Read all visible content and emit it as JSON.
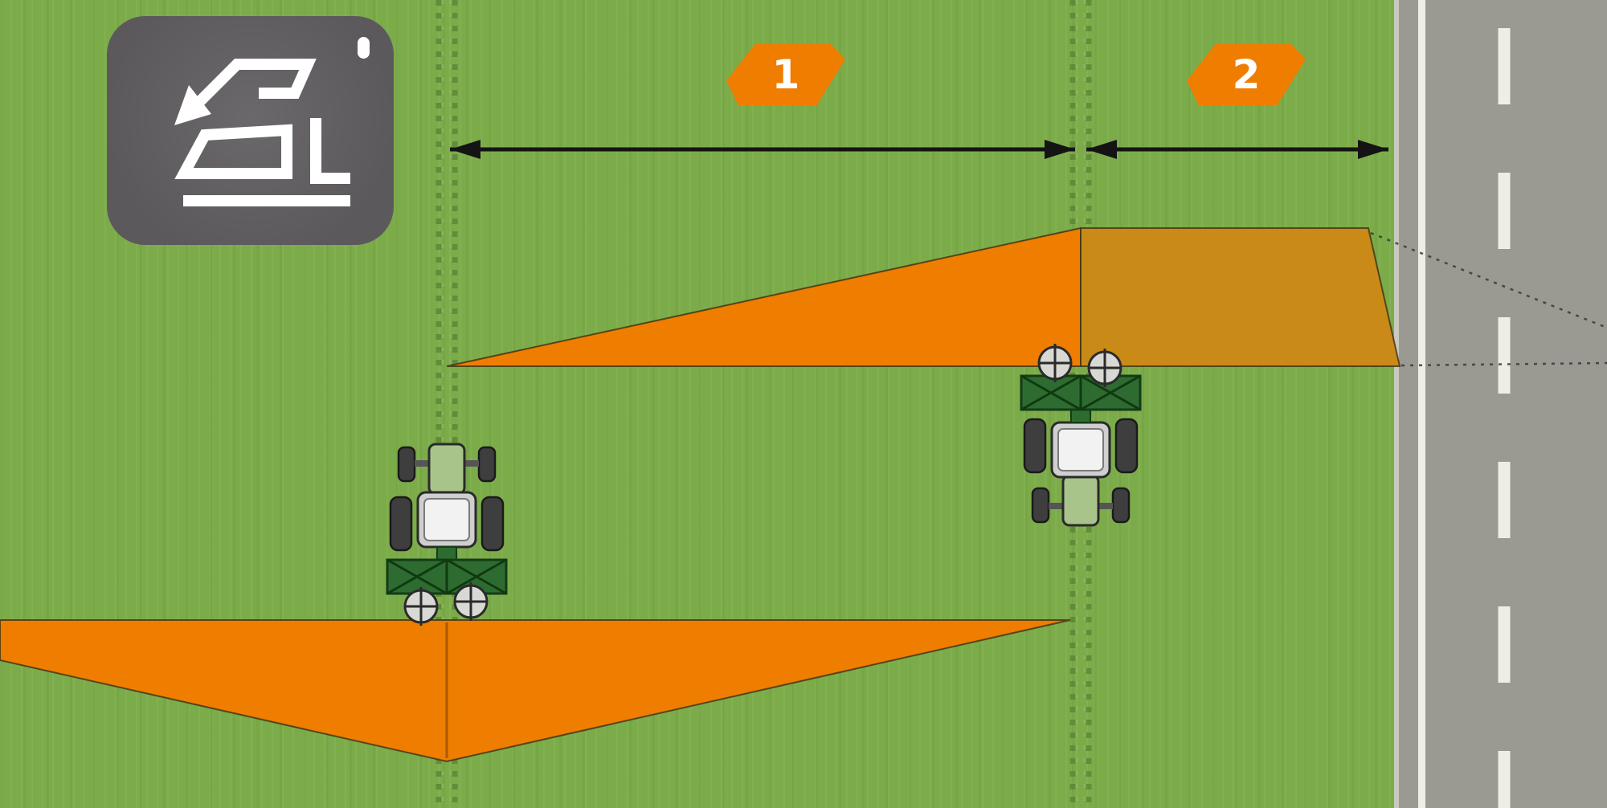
{
  "badges": [
    {
      "label": "1"
    },
    {
      "label": "2"
    }
  ],
  "icons": {
    "panel_icon": "limited-border-spreading-icon",
    "led": "indicator-led",
    "tractors": [
      "tractor-with-spreader-right",
      "tractor-with-spreader-left"
    ]
  },
  "colors": {
    "field-green": "#7cac4a",
    "tramline-green": "#587f33",
    "orange-bright": "#ef7d00",
    "orange-dark": "#c98a18",
    "road-gray": "#9a9a93",
    "road-line-white": "#eeeee6",
    "panel-gray": "#5c595c",
    "arrow-black": "#141414",
    "implement-green": "#2e6b30"
  }
}
